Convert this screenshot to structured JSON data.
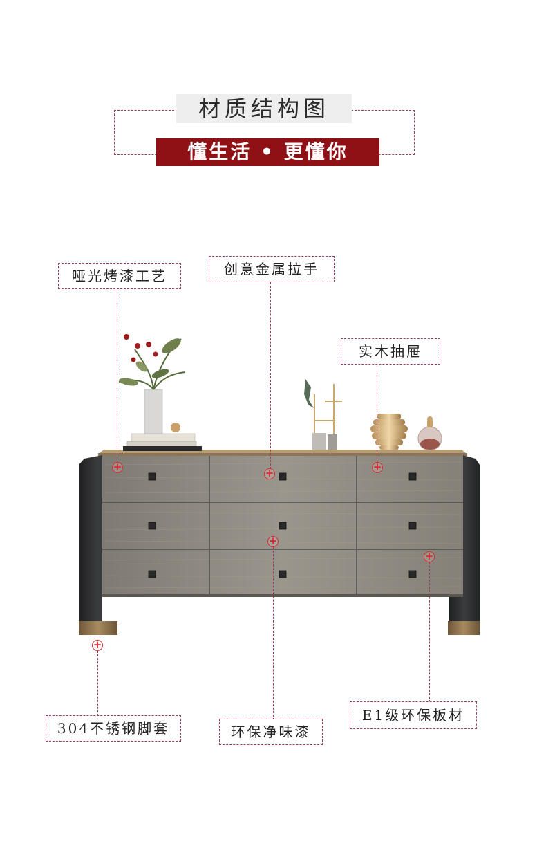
{
  "header": {
    "title": "材质结构图",
    "subtitle": "懂生活 • 更懂你"
  },
  "callouts": {
    "matte_paint": "哑光烤漆工艺",
    "metal_handle": "创意金属拉手",
    "solid_wood_drawer": "实木抽屉",
    "stainless_feet": "304不锈钢脚套",
    "eco_paint": "环保净味漆",
    "e1_board": "E1级环保板材"
  },
  "colors": {
    "accent_red": "#8f1116",
    "dashed_line": "#9c3b52",
    "marker_red": "#e4262d",
    "cabinet_gray": "#8e8a82",
    "frame_dark": "#2e2f31",
    "brass": "#8a6e4b"
  },
  "icons": {
    "marker": "plus-circle-icon"
  }
}
